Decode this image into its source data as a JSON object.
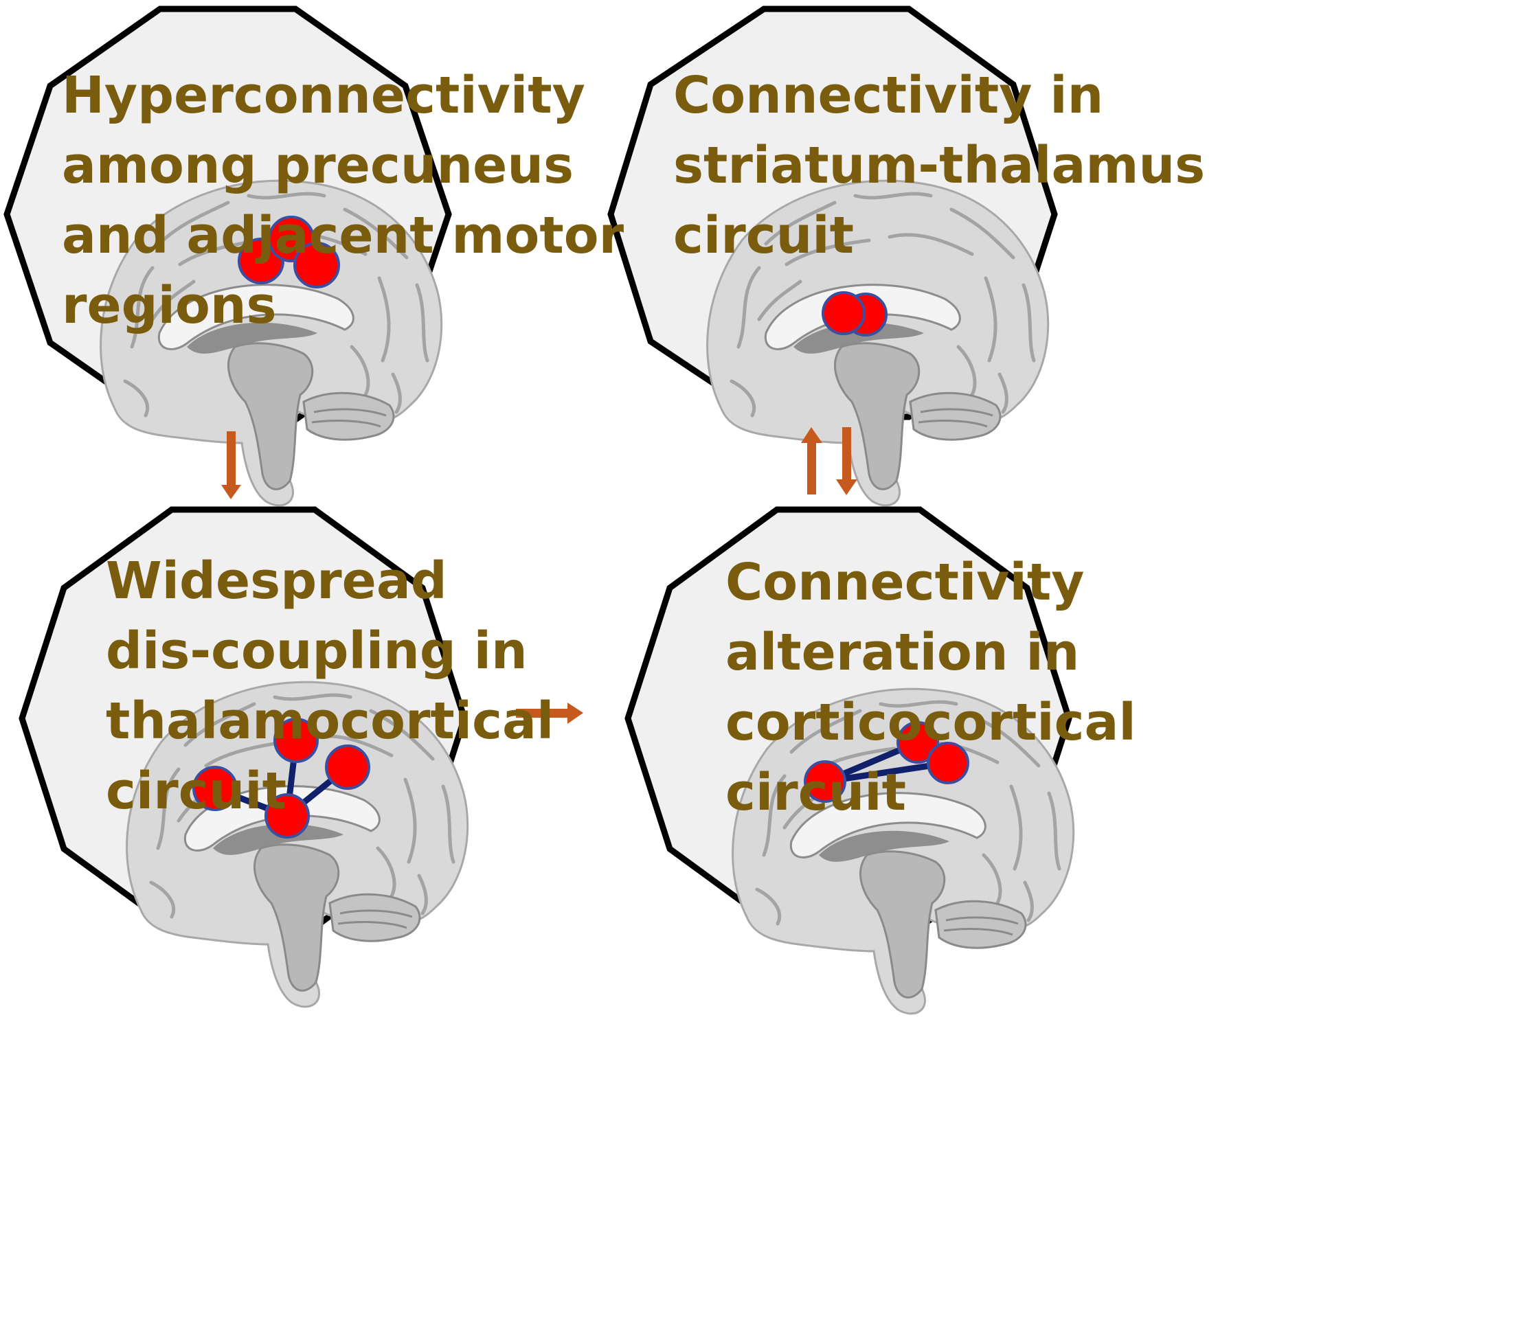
{
  "colors": {
    "panel_fill": "#f0f0f0",
    "panel_stroke": "#000000",
    "text": "#7a5c0f",
    "arrow": "#c65a1e",
    "node_fill": "#ff0000",
    "node_stroke": "#3a4fa0",
    "link": "#10206a",
    "brain_tissue": "#d4d4d4"
  },
  "panels": [
    {
      "id": "top-left",
      "lines": [
        "Hyperconnectivity",
        "among precuneus",
        "and adjacent motor",
        "regions"
      ],
      "icon": "brain-sagittal-icon"
    },
    {
      "id": "top-right",
      "lines": [
        "Connectivity in",
        "striatum-thalamus",
        "circuit"
      ],
      "icon": "brain-sagittal-icon"
    },
    {
      "id": "bottom-left",
      "lines": [
        "Widespread",
        "dis-coupling in",
        "thalamocortical",
        "circuit"
      ],
      "icon": "brain-sagittal-icon"
    },
    {
      "id": "bottom-right",
      "lines": [
        "Connectivity",
        "alteration in",
        "corticocortical",
        "circuit"
      ],
      "icon": "brain-sagittal-icon"
    }
  ],
  "arrows": [
    {
      "name": "arrow-down-left",
      "direction": "down"
    },
    {
      "name": "arrow-right-bottom",
      "direction": "right"
    },
    {
      "name": "arrow-up-right",
      "direction": "up"
    },
    {
      "name": "arrow-down-right",
      "direction": "down"
    }
  ]
}
